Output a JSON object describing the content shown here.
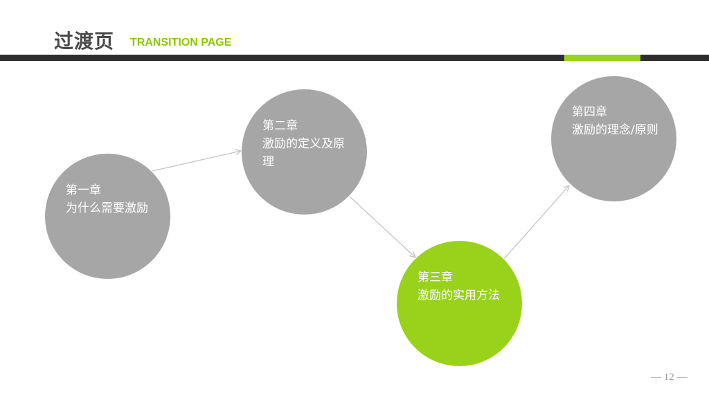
{
  "header": {
    "title": "过渡页",
    "subtitle": "TRANSITION PAGE",
    "accent_color": "#99d21a",
    "rule_color": "#2e2e2e"
  },
  "chapters": [
    {
      "chapter": "第一章",
      "desc": "为什么需要激励",
      "color": "#a6a6a6"
    },
    {
      "chapter": "第二章",
      "desc": "激励的定义及原理",
      "color": "#a6a6a6"
    },
    {
      "chapter": "第三章",
      "desc": "激励的实用方法",
      "color": "#99d21a",
      "highlighted": true
    },
    {
      "chapter": "第四章",
      "desc": "激励的理念/原则",
      "color": "#a6a6a6"
    }
  ],
  "connector_color": "#c4c4c4",
  "footer": {
    "page_number": "— 12 —"
  }
}
